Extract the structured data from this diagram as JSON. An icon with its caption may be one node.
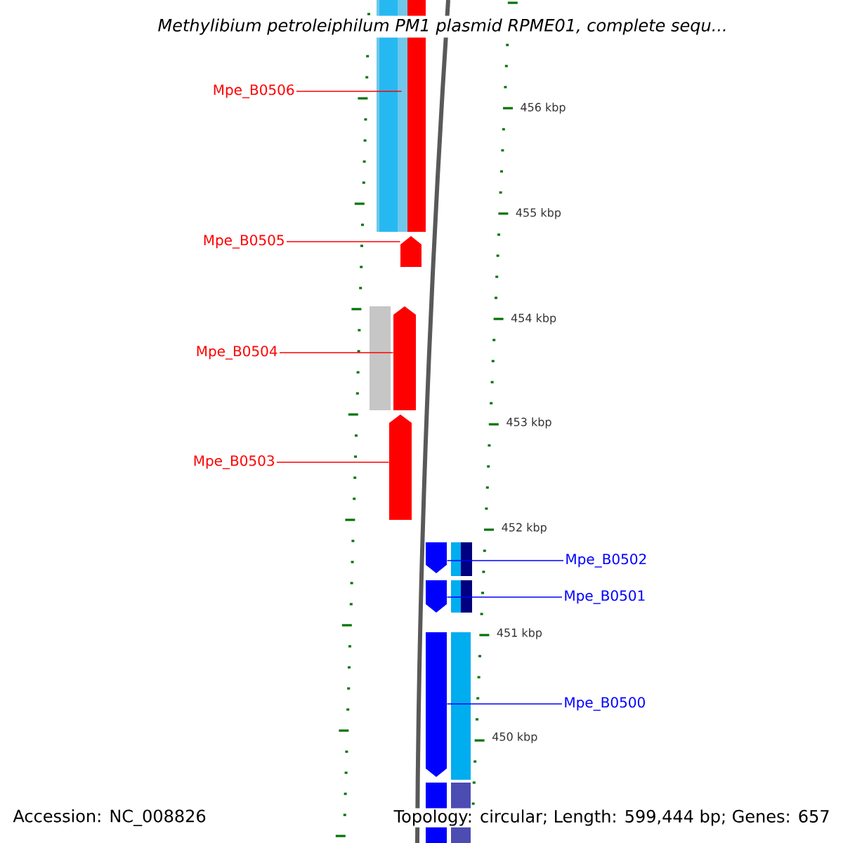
{
  "diagram": {
    "title": "Methylibium petroleiphilum PM1 plasmid RPME01, complete sequ...",
    "nodes": [
      {
        "text": [
          "Mpe_B0506"
        ]
      },
      {
        "text": [],
        "shape": "bar"
      },
      {
        "text": [
          "Mpe_B0505"
        ]
      },
      {
        "text": [],
        "shape": "arrow"
      },
      {
        "text": [
          "Mpe_B0504"
        ]
      },
      {
        "text": [],
        "shape": "arrow"
      },
      {
        "text": [
          "Mpe_B0503"
        ]
      },
      {
        "text": [],
        "shape": "arrow"
      },
      {
        "text": [
          "Mpe_B0502"
        ]
      },
      {
        "text": [],
        "shape": "arrow"
      },
      {
        "text": [
          "Mpe_B0501"
        ]
      },
      {
        "text": [],
        "shape": "arrow"
      },
      {
        "text": [
          "Mpe_B0500"
        ]
      },
      {
        "text": [],
        "shape": "arrow"
      },
      {
        "text": [],
        "shape": "bar"
      },
      {
        "text": [],
        "shape": "bar"
      },
      {
        "text": [],
        "shape": "bar"
      },
      {
        "text": [],
        "shape": "bar"
      },
      {
        "text": [],
        "shape": "bar"
      },
      {
        "text": [],
        "shape": "bar"
      },
      {
        "text": [],
        "shape": "bar"
      }
    ],
    "edges": [
      {
        "from": 0,
        "to": 1,
        "arrow": "none",
        "color": "#ff0000"
      },
      {
        "from": 2,
        "to": 3,
        "arrow": "none",
        "color": "#ff0000"
      },
      {
        "from": 4,
        "to": 5,
        "arrow": "none",
        "color": "#ff0000"
      },
      {
        "from": 6,
        "to": 7,
        "arrow": "none",
        "color": "#ff0000"
      },
      {
        "from": 8,
        "to": 9,
        "arrow": "none",
        "color": "#0000ff"
      },
      {
        "from": 10,
        "to": 11,
        "arrow": "none",
        "color": "#0000ff"
      },
      {
        "from": 12,
        "to": 13,
        "arrow": "none",
        "color": "#0000ff"
      }
    ],
    "labels": [
      "456 kbp",
      "455 kbp",
      "454 kbp",
      "453 kbp",
      "452 kbp",
      "451 kbp",
      "450 kbp",
      "Accession: NC_008826",
      "Topology: circular; Length: 599,444 bp; Genes: 657"
    ]
  }
}
